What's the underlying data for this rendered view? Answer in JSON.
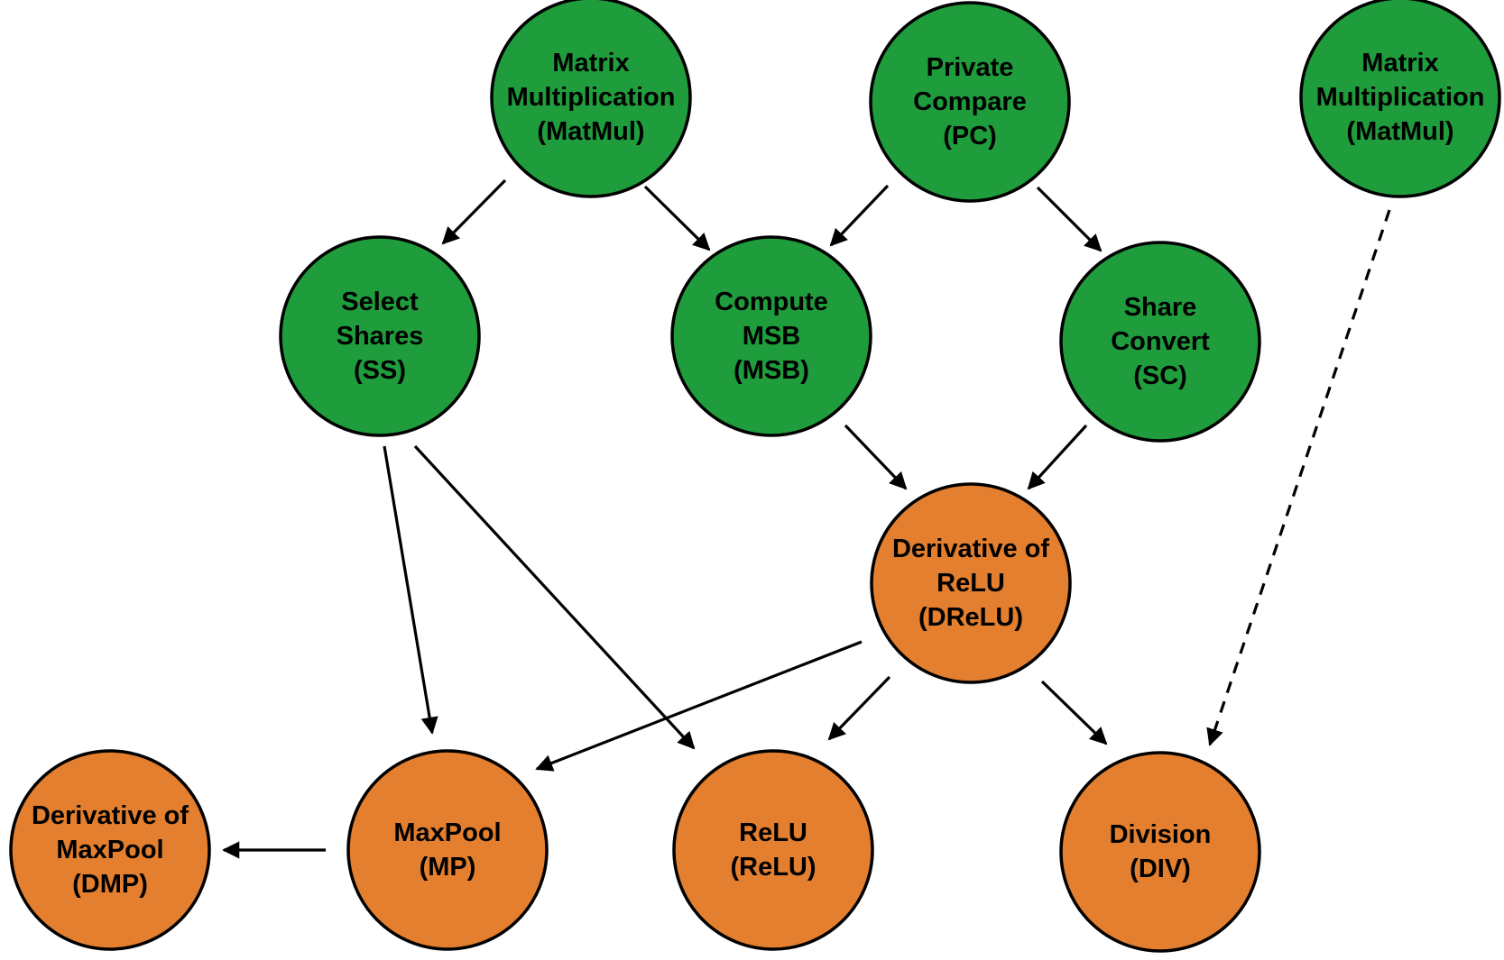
{
  "colors": {
    "green": "#1f9c3c",
    "orange": "#e37f2e"
  },
  "nodes": [
    {
      "id": "matmul-1",
      "color": "green",
      "lines": [
        "Matrix",
        "Multiplication",
        "(MatMul)"
      ]
    },
    {
      "id": "private-compare",
      "color": "green",
      "lines": [
        "Private",
        "Compare",
        "(PC)"
      ]
    },
    {
      "id": "matmul-2",
      "color": "green",
      "lines": [
        "Matrix",
        "Multiplication",
        "(MatMul)"
      ]
    },
    {
      "id": "select-shares",
      "color": "green",
      "lines": [
        "Select",
        "Shares",
        "(SS)"
      ]
    },
    {
      "id": "compute-msb",
      "color": "green",
      "lines": [
        "Compute",
        "MSB",
        "(MSB)"
      ]
    },
    {
      "id": "share-convert",
      "color": "green",
      "lines": [
        "Share",
        "Convert",
        "(SC)"
      ]
    },
    {
      "id": "drelu",
      "color": "orange",
      "lines": [
        "Derivative of",
        "ReLU",
        "(DReLU)"
      ]
    },
    {
      "id": "dmp",
      "color": "orange",
      "lines": [
        "Derivative of",
        "MaxPool",
        "(DMP)"
      ]
    },
    {
      "id": "maxpool",
      "color": "orange",
      "lines": [
        "MaxPool",
        "(MP)"
      ]
    },
    {
      "id": "relu",
      "color": "orange",
      "lines": [
        "ReLU",
        "(ReLU)"
      ]
    },
    {
      "id": "division",
      "color": "orange",
      "lines": [
        "Division",
        "(DIV)"
      ]
    }
  ],
  "edges": [
    {
      "from": "matmul-1",
      "to": "select-shares",
      "style": "solid"
    },
    {
      "from": "matmul-1",
      "to": "compute-msb",
      "style": "solid"
    },
    {
      "from": "private-compare",
      "to": "compute-msb",
      "style": "solid"
    },
    {
      "from": "private-compare",
      "to": "share-convert",
      "style": "solid"
    },
    {
      "from": "compute-msb",
      "to": "drelu",
      "style": "solid"
    },
    {
      "from": "share-convert",
      "to": "drelu",
      "style": "solid"
    },
    {
      "from": "select-shares",
      "to": "maxpool",
      "style": "solid"
    },
    {
      "from": "select-shares",
      "to": "relu",
      "style": "solid"
    },
    {
      "from": "drelu",
      "to": "maxpool",
      "style": "solid"
    },
    {
      "from": "drelu",
      "to": "relu",
      "style": "solid"
    },
    {
      "from": "drelu",
      "to": "division",
      "style": "solid"
    },
    {
      "from": "matmul-2",
      "to": "division",
      "style": "dashed"
    },
    {
      "from": "maxpool",
      "to": "dmp",
      "style": "solid"
    }
  ]
}
